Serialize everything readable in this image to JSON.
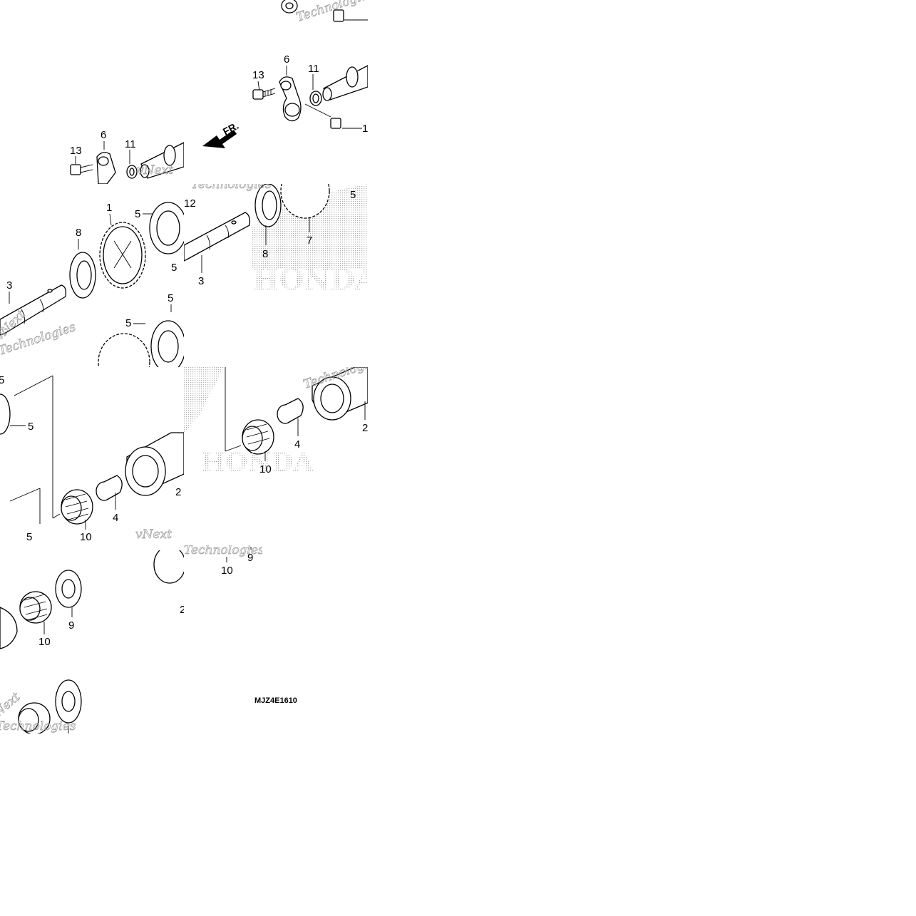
{
  "diagram": {
    "drawing_code": "MJZ4E1610",
    "front_marker": "FR.",
    "watermark_lines": [
      "vNext",
      "Technologies"
    ],
    "brand_watermark": "HONDA",
    "part_labels": {
      "p1": "1",
      "p2": "2",
      "p3": "3",
      "p4": "4",
      "p5": "5",
      "p6": "6",
      "p7": "7",
      "p8": "8",
      "p9": "9",
      "p10": "10",
      "p11": "11",
      "p12": "12",
      "p13": "13"
    }
  }
}
